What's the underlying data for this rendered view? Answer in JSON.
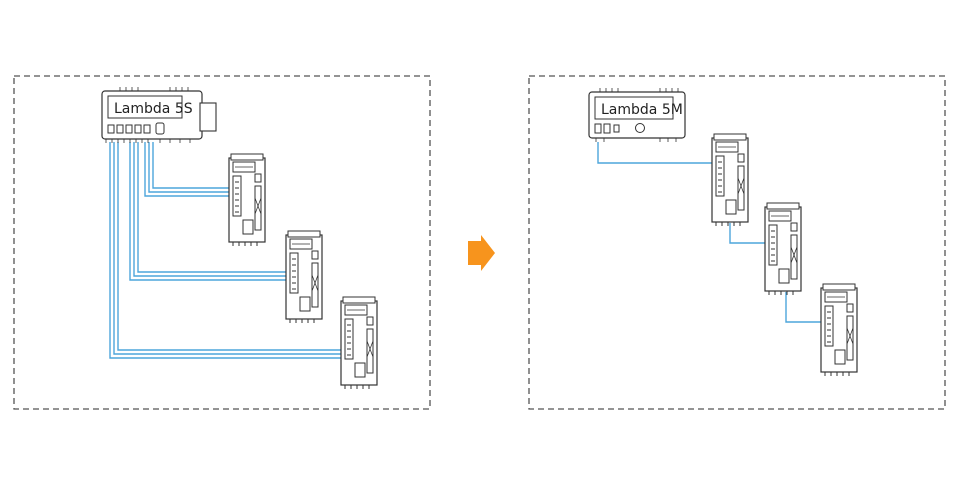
{
  "left_panel": {
    "controller_label": "Lambda 5S",
    "topology": "star",
    "drive_count": 3
  },
  "right_panel": {
    "controller_label": "Lambda 5M",
    "topology": "daisy-chain",
    "drive_count": 3
  },
  "arrow": {
    "icon": "right-arrow-icon",
    "color": "#f7941d"
  },
  "colors": {
    "cable": "#4da6dc",
    "outline": "#333333",
    "device_fill": "#ffffff",
    "panel_border": "#555555"
  }
}
